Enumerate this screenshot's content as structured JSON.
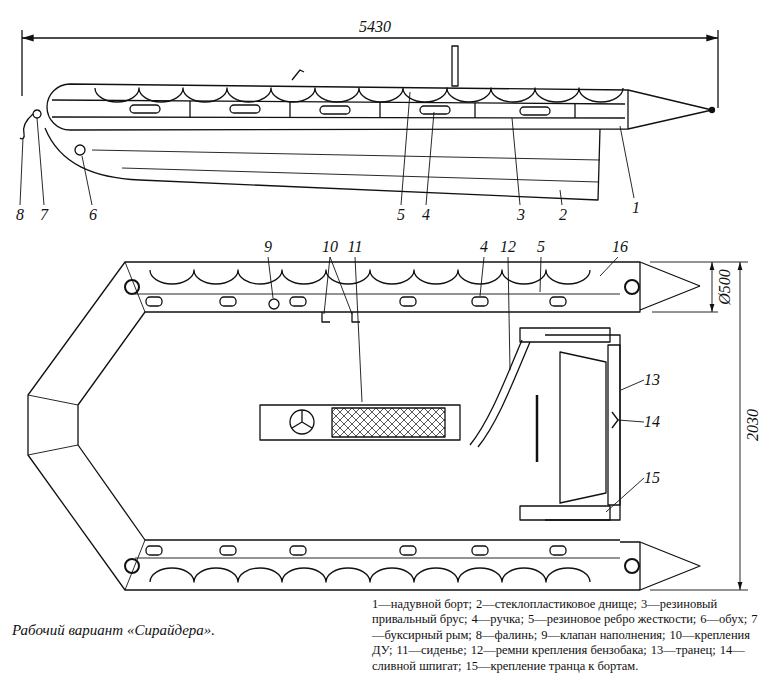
{
  "diagram": {
    "caption": "Рабочий вариант «Сирайдера».",
    "labels": [
      "5430",
      "8",
      "7",
      "6",
      "5",
      "4",
      "3",
      "2",
      "1",
      "9",
      "10",
      "11",
      "4",
      "12",
      "5",
      "16",
      "Ø500",
      "13",
      "14",
      "15",
      "2030",
      "1—надувной борт;",
      "2—стеклопластиковое днище;",
      "3—резиновый привальный брус;",
      "4—ручка;",
      "5—резиновое ребро жесткости;",
      "6—обух;",
      "7—буксирный рым;",
      "8—фалинь;",
      "9—клапан наполнения;",
      "10—крепления ДУ;",
      "11—сиденье;",
      "12—ремни крепления бензобака;",
      "13—транец;",
      "14—сливной шпигат;",
      "15—крепление транца к бортам."
    ]
  }
}
